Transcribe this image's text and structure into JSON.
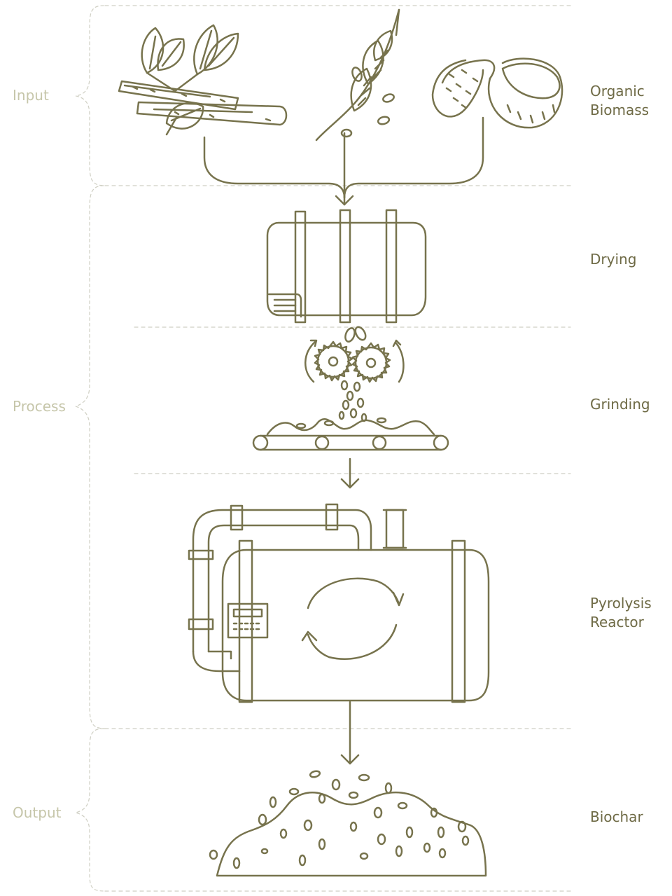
{
  "colors": {
    "ink": "#77734d",
    "phase_text": "#c6c6aa",
    "step_text": "#6e6a45",
    "dashes": "#cfcfc3",
    "background": "#ffffff"
  },
  "phases": {
    "input": "Input",
    "process": "Process",
    "output": "Output"
  },
  "steps": {
    "organic_biomass": "Organic\nBiomass",
    "drying": "Drying",
    "grinding": "Grinding",
    "pyrolysis_reactor": "Pyrolysis\nReactor",
    "biochar": "Biochar"
  },
  "icons": {
    "biomass": [
      "twig-with-leaves-icon",
      "wheat-ear-icon",
      "coconut-icon"
    ],
    "drying": "drying-drum-icon",
    "grinding": "gear-grinder-conveyor-icon",
    "pyrolysis": "pyrolysis-reactor-icon",
    "biochar": "biochar-pile-icon"
  }
}
